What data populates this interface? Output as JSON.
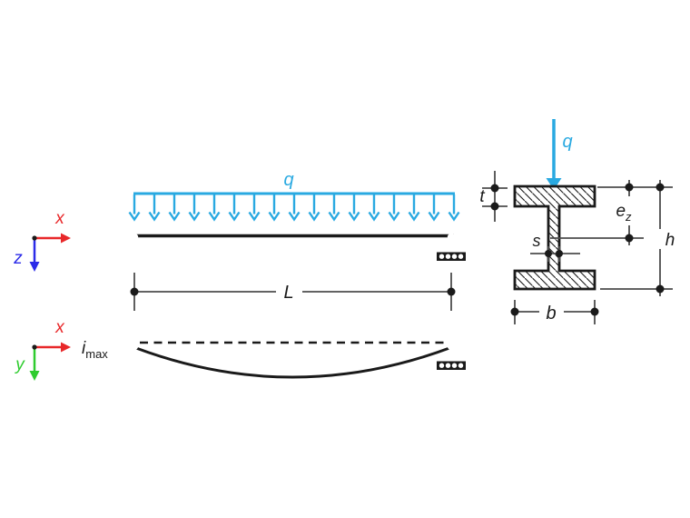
{
  "colors": {
    "load": "#29A9E1",
    "axis_x": "#E8282A",
    "axis_y": "#2ECC2E",
    "axis_z": "#2B2BE8",
    "line": "#1A1A1A",
    "dimension": "#4D4D4D"
  },
  "axes_top": {
    "x_label": "x",
    "z_label": "z"
  },
  "axes_bottom": {
    "x_label": "x",
    "y_label": "y"
  },
  "beam": {
    "load_label": "q",
    "span_label": "L"
  },
  "deflection": {
    "max_label_base": "i",
    "max_label_sub": "max"
  },
  "section": {
    "load_label": "q",
    "flange_thickness_label": "t",
    "web_thickness_label": "s",
    "width_label": "b",
    "height_label": "h",
    "eccentricity_label_base": "e",
    "eccentricity_label_sub": "z"
  }
}
